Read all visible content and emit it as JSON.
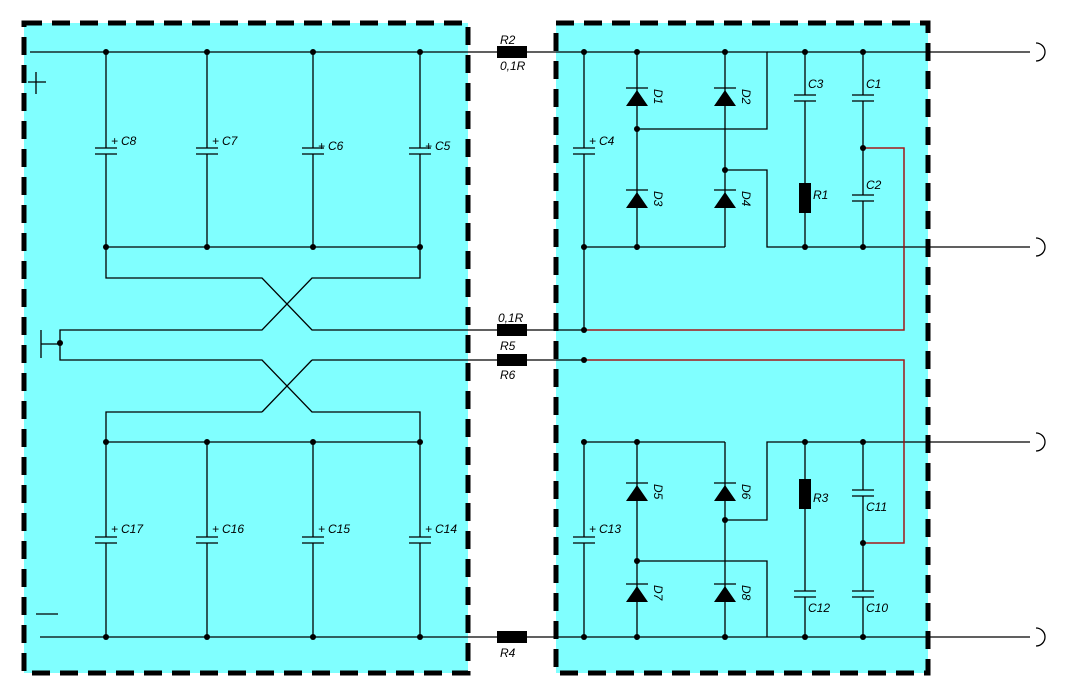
{
  "panels": [
    "capacitor-bank",
    "rectifier"
  ],
  "colors": {
    "panel_fill": "#80ffff",
    "wire": "#000000",
    "sense_wire": "#c01010"
  },
  "labels": {
    "R2": "R2",
    "R2_val": "0,1R",
    "R5": "R5",
    "R5_val": "0,1R",
    "R6": "R6",
    "R4": "R4",
    "R1": "R1",
    "R3": "R3",
    "C1": "C1",
    "C2": "C2",
    "C3": "C3",
    "C4": "C4",
    "C5": "C5",
    "C6": "C6",
    "C7": "C7",
    "C8": "C8",
    "C10": "C10",
    "C11": "C11",
    "C12": "C12",
    "C13": "C13",
    "C14": "C14",
    "C15": "C15",
    "C16": "C16",
    "C17": "C17",
    "D1": "D1",
    "D2": "D2",
    "D3": "D3",
    "D4": "D4",
    "D5": "D5",
    "D6": "D6",
    "D7": "D7",
    "D8": "D8",
    "plus": "+"
  }
}
